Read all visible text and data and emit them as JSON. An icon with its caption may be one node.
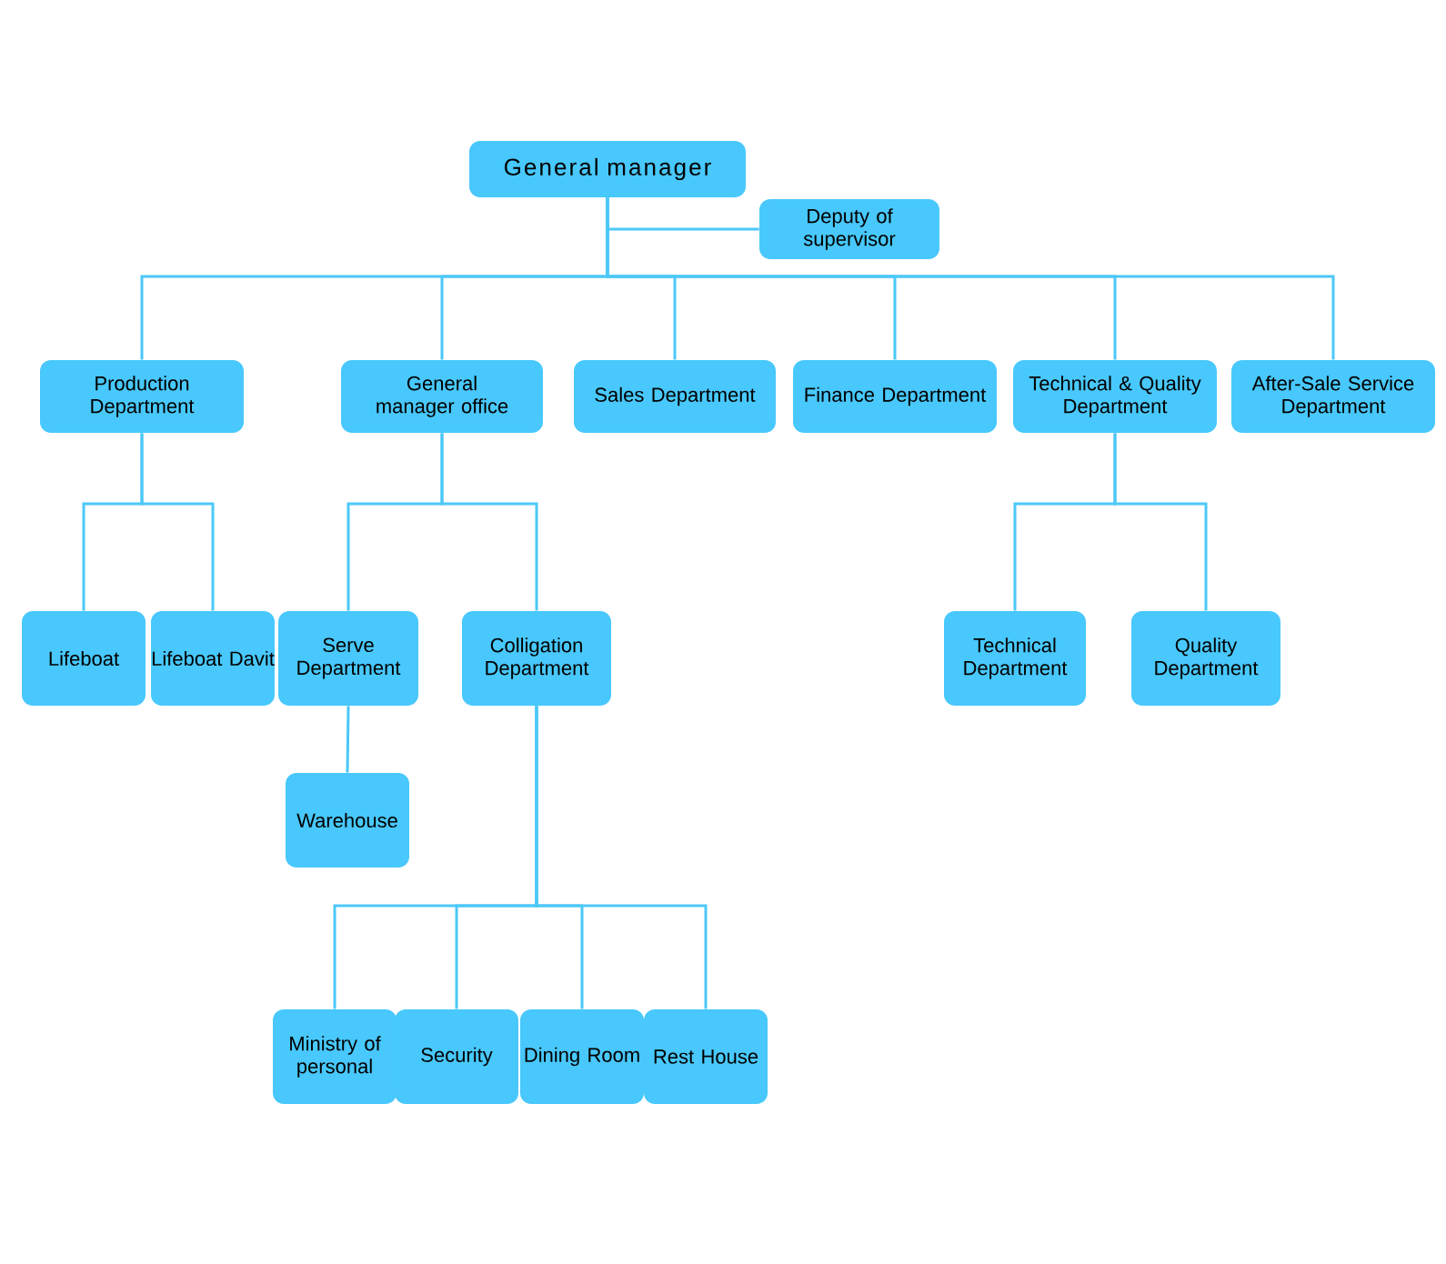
{
  "diagram": {
    "nodes": [
      {
        "text": [
          "General manager"
        ]
      },
      {
        "text": [
          "Deputy of supervisor"
        ]
      },
      {
        "text": [
          "Production Department"
        ]
      },
      {
        "text": [
          "General manager office"
        ]
      },
      {
        "text": [
          "Sales Department"
        ]
      },
      {
        "text": [
          "Finance Department"
        ]
      },
      {
        "text": [
          "Technical & Quality Department"
        ]
      },
      {
        "text": [
          "After-Sale Service Department"
        ]
      },
      {
        "text": [
          "Lifeboat"
        ]
      },
      {
        "text": [
          "Lifeboat Davit"
        ]
      },
      {
        "text": [
          "Serve Department"
        ]
      },
      {
        "text": [
          "Colligation Department"
        ]
      },
      {
        "text": [
          "Warehouse"
        ]
      },
      {
        "text": [
          "Technical Department"
        ]
      },
      {
        "text": [
          "Quality Department"
        ]
      },
      {
        "text": [
          "Ministry of personal"
        ]
      },
      {
        "text": [
          "Security"
        ]
      },
      {
        "text": [
          "Dining Room"
        ]
      },
      {
        "text": [
          "Rest House"
        ]
      }
    ],
    "edges": [
      {
        "from": 0,
        "to": 1,
        "arrow": "none"
      },
      {
        "from": 0,
        "to": 2,
        "arrow": "none"
      },
      {
        "from": 0,
        "to": 3,
        "arrow": "none"
      },
      {
        "from": 0,
        "to": 4,
        "arrow": "none"
      },
      {
        "from": 0,
        "to": 5,
        "arrow": "none"
      },
      {
        "from": 0,
        "to": 6,
        "arrow": "none"
      },
      {
        "from": 0,
        "to": 7,
        "arrow": "none"
      },
      {
        "from": 2,
        "to": 8,
        "arrow": "none"
      },
      {
        "from": 2,
        "to": 9,
        "arrow": "none"
      },
      {
        "from": 3,
        "to": 10,
        "arrow": "none"
      },
      {
        "from": 3,
        "to": 11,
        "arrow": "none"
      },
      {
        "from": 10,
        "to": 12,
        "arrow": "none"
      },
      {
        "from": 6,
        "to": 13,
        "arrow": "none"
      },
      {
        "from": 6,
        "to": 14,
        "arrow": "none"
      },
      {
        "from": 11,
        "to": 15,
        "arrow": "none"
      },
      {
        "from": 11,
        "to": 16,
        "arrow": "none"
      },
      {
        "from": 11,
        "to": 17,
        "arrow": "none"
      },
      {
        "from": 11,
        "to": 18,
        "arrow": "none"
      }
    ]
  }
}
